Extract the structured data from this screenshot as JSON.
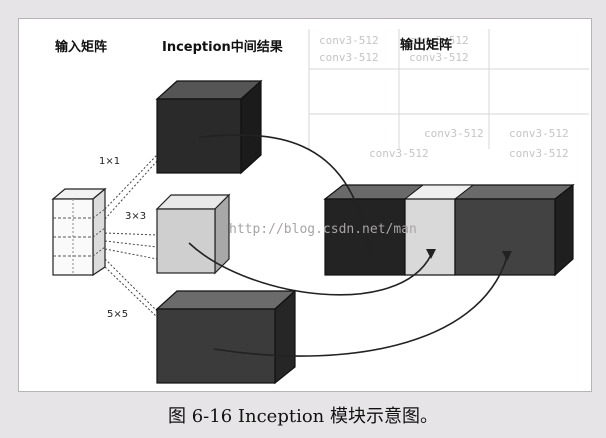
{
  "diagram": {
    "input_label": "输入矩阵",
    "middle_label": "Inception中间结果",
    "output_label": "输出矩阵",
    "branch_labels": [
      "1×1",
      "3×3",
      "5×5"
    ],
    "watermark": "http://blog.csdn.net/man"
  },
  "background_text": [
    "conv3-512",
    "conv3-512",
    "conv3-512",
    "conv3-512",
    "conv3-512",
    "conv3-512",
    "conv3-512",
    "conv3-512"
  ],
  "caption": "图 6-16   Inception 模块示意图。",
  "colors": {
    "box_1x1": "#2a2a2a",
    "box_3x3": "#cfcfcf",
    "box_5x5": "#3b3b3b",
    "out_seg1": "#232323",
    "out_seg2": "#d9d9d9",
    "out_seg3": "#424242"
  }
}
